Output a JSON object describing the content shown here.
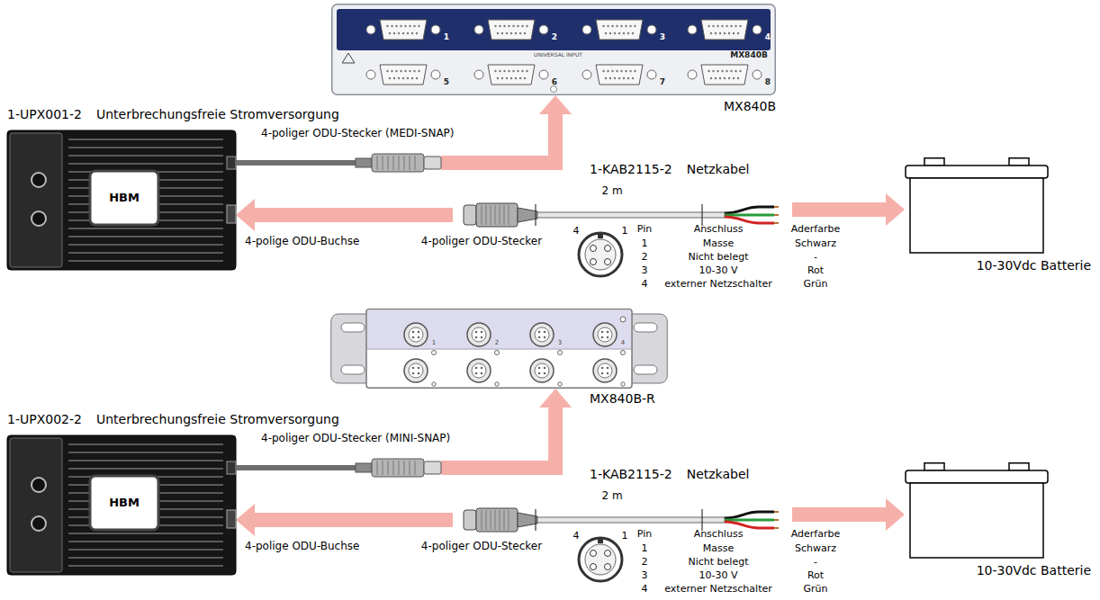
{
  "diagram": {
    "nodes": [
      {
        "text": [
          "MX840B"
        ]
      },
      {
        "text": [
          "1-UPX001-2",
          "Unterbrechungsfreie Stromversorgung"
        ]
      },
      {
        "text": [
          "4-poliger ODU-Stecker (MEDI-SNAP)"
        ]
      },
      {
        "text": [
          "1-KAB2115-2",
          "Netzkabel"
        ]
      },
      {
        "text": [
          "10-30Vdc Batterie"
        ]
      },
      {
        "text": [
          "MX840B-R"
        ]
      },
      {
        "text": [
          "1-UPX002-2",
          "Unterbrechungsfreie Stromversorgung"
        ]
      },
      {
        "text": [
          "4-poliger ODU-Stecker (MINI-SNAP)"
        ]
      },
      {
        "text": [
          "1-KAB2115-2",
          "Netzkabel"
        ]
      },
      {
        "text": [
          "10-30Vdc Batterie"
        ]
      }
    ],
    "edges": [
      {
        "from": 1,
        "to": 2,
        "arrow": "none"
      },
      {
        "from": 2,
        "to": 0,
        "arrow": "to"
      },
      {
        "from": 3,
        "to": 1,
        "arrow": "to"
      },
      {
        "from": 3,
        "to": 4,
        "arrow": "to"
      },
      {
        "from": 6,
        "to": 7,
        "arrow": "none"
      },
      {
        "from": 7,
        "to": 5,
        "arrow": "to"
      },
      {
        "from": 8,
        "to": 6,
        "arrow": "to"
      },
      {
        "from": 8,
        "to": 9,
        "arrow": "to"
      }
    ],
    "labels": [
      "1",
      "2",
      "3",
      "4",
      "5",
      "6",
      "7",
      "8",
      "UNIVERSAL INPUT",
      "MX840B",
      "HBM",
      "4-polige ODU-Buchse",
      "4-poliger ODU-Stecker",
      "2 m",
      "4",
      "1",
      "Pin",
      "Anschluss",
      "Aderfarbe",
      "1",
      "Masse",
      "Schwarz",
      "2",
      "Nicht belegt",
      "-",
      "3",
      "10-30 V",
      "Rot",
      "4",
      "externer Netzschalter",
      "Grün",
      "1",
      "2",
      "3",
      "4",
      "HBM",
      "4-polige ODU-Buchse",
      "4-poliger ODU-Stecker",
      "2 m",
      "4",
      "1",
      "Pin",
      "Anschluss",
      "Aderfarbe",
      "1",
      "Masse",
      "Schwarz",
      "2",
      "Nicht belegt",
      "-",
      "3",
      "10-30 V",
      "Rot",
      "4",
      "externer Netzschalter",
      "Grün"
    ]
  }
}
